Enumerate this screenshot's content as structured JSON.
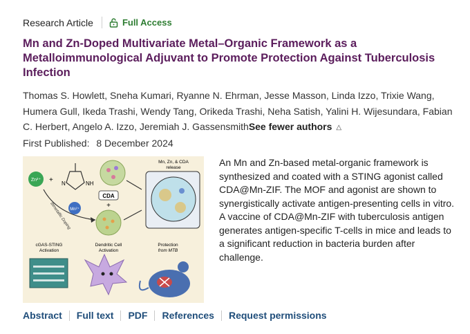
{
  "article_type": "Research Article",
  "access_label": "Full Access",
  "title": "Mn and Zn-Doped Multivariate Metal–Organic Framework as a Metalloimmunological Adjuvant to Promote Protection Against Tuberculosis Infection",
  "authors_text": "Thomas S. Howlett, Sneha Kumari, Ryanne N. Ehrman, Jesse Masson, Linda Izzo, Trixie Wang, Humera Gull, Ikeda Trashi, Wendy Tang, Orikeda Trashi, Neha Satish, Yalini H. Wijesundara, Fabian C. Herbert, Angelo A. Izzo, Jeremiah J. Gassensmith",
  "see_fewer_label": "See fewer authors",
  "published_label": "First Published:",
  "published_date": "8 December 2024",
  "abstract": "An Mn and Zn-based metal-organic framework is synthesized and coated with a STING agonist called CDA@Mn-ZIF. The MOF and agonist are shown to synergistically activate antigen-presenting cells in vitro. A vaccine of CDA@Mn-ZIF with tuberculosis antigen generates antigen-specific T-cells in mice and leads to a significant reduction in bacteria burden after challenge.",
  "figure": {
    "zn_label": "Zn²⁺",
    "ring_n1": "N",
    "ring_nh": "NH",
    "mn_label": "Mn²⁺",
    "doping_label": "Bimetallic Doping",
    "cda_label": "CDA",
    "plus_label": "+",
    "release_line1": "Mn, Zn, & CDA",
    "release_line2": "release",
    "cgas_line1": "cGAS-STING",
    "cgas_line2": "Activation",
    "dc_line1": "Dendritic Cell",
    "dc_line2": "Activation",
    "prot_line1": "Protection",
    "prot_line2": "from MTB"
  },
  "links": [
    "Abstract",
    "Full text",
    "PDF",
    "References",
    "Request permissions"
  ],
  "colors": {
    "title": "#5b1d5c",
    "access": "#2e7d32",
    "link": "#1f4d7a",
    "figure_bg": "#f7f0dc"
  }
}
